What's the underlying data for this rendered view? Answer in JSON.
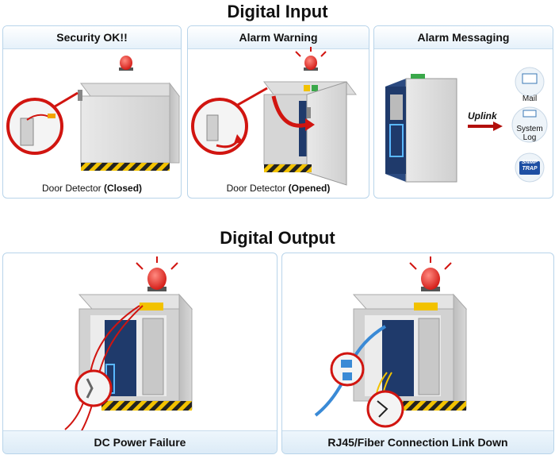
{
  "digital_input": {
    "title": "Digital Input",
    "panels": [
      {
        "title": "Security OK!!",
        "caption_prefix": "Door Detector ",
        "caption_state": "(Closed)"
      },
      {
        "title": "Alarm Warning",
        "caption_prefix": "Door Detector ",
        "caption_state": "(Opened)"
      },
      {
        "title": "Alarm Messaging",
        "uplink_label": "Uplink",
        "targets": [
          {
            "label": "Mail",
            "icon": "mail-icon"
          },
          {
            "label": "System\nLog",
            "icon": "system-log-icon"
          },
          {
            "label": "SNMP TRAP",
            "icon": "snmp-trap-icon"
          }
        ]
      }
    ]
  },
  "digital_output": {
    "title": "Digital Output",
    "panels": [
      {
        "caption": "DC Power Failure"
      },
      {
        "caption": "RJ45/Fiber Connection Link Down"
      }
    ]
  },
  "colors": {
    "alarm_red": "#e8201c",
    "panel_border": "#b8d4ea",
    "switch_blue": "#1f3a6b",
    "hazard_yellow": "#f2c200"
  }
}
